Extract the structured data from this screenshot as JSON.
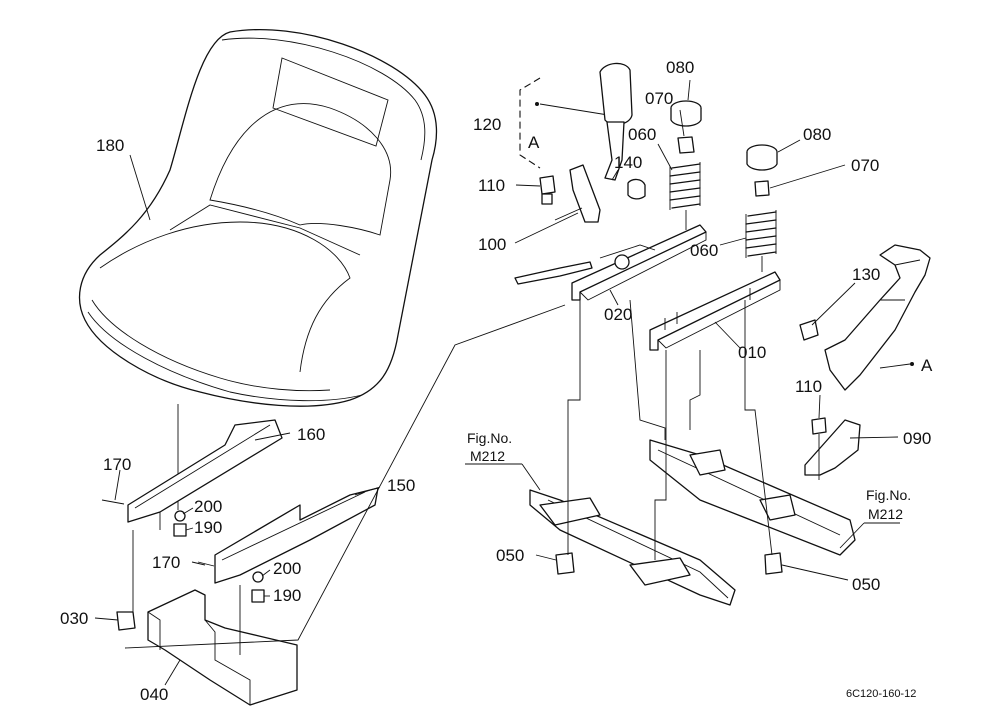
{
  "labels": {
    "p180": "180",
    "p160": "160",
    "p150": "150",
    "p170a": "170",
    "p170b": "170",
    "p200a": "200",
    "p200b": "200",
    "p190a": "190",
    "p190b": "190",
    "p030": "030",
    "p040": "040",
    "p120": "120",
    "p120_ref": "A",
    "p110a": "110",
    "p110b": "110",
    "p100": "100",
    "p140": "140",
    "p080a": "080",
    "p080b": "080",
    "p070a": "070",
    "p070b": "070",
    "p060a": "060",
    "p060b": "060",
    "p020": "020",
    "p010": "010",
    "p130": "130",
    "p130_ref": "A",
    "p090": "090",
    "p050a": "050",
    "p050b": "050"
  },
  "fig_refs": {
    "left_line1": "Fig.No.",
    "left_line2": "M212",
    "right_line1": "Fig.No.",
    "right_line2": "M212"
  },
  "drawing_code": "6C120-160-12"
}
